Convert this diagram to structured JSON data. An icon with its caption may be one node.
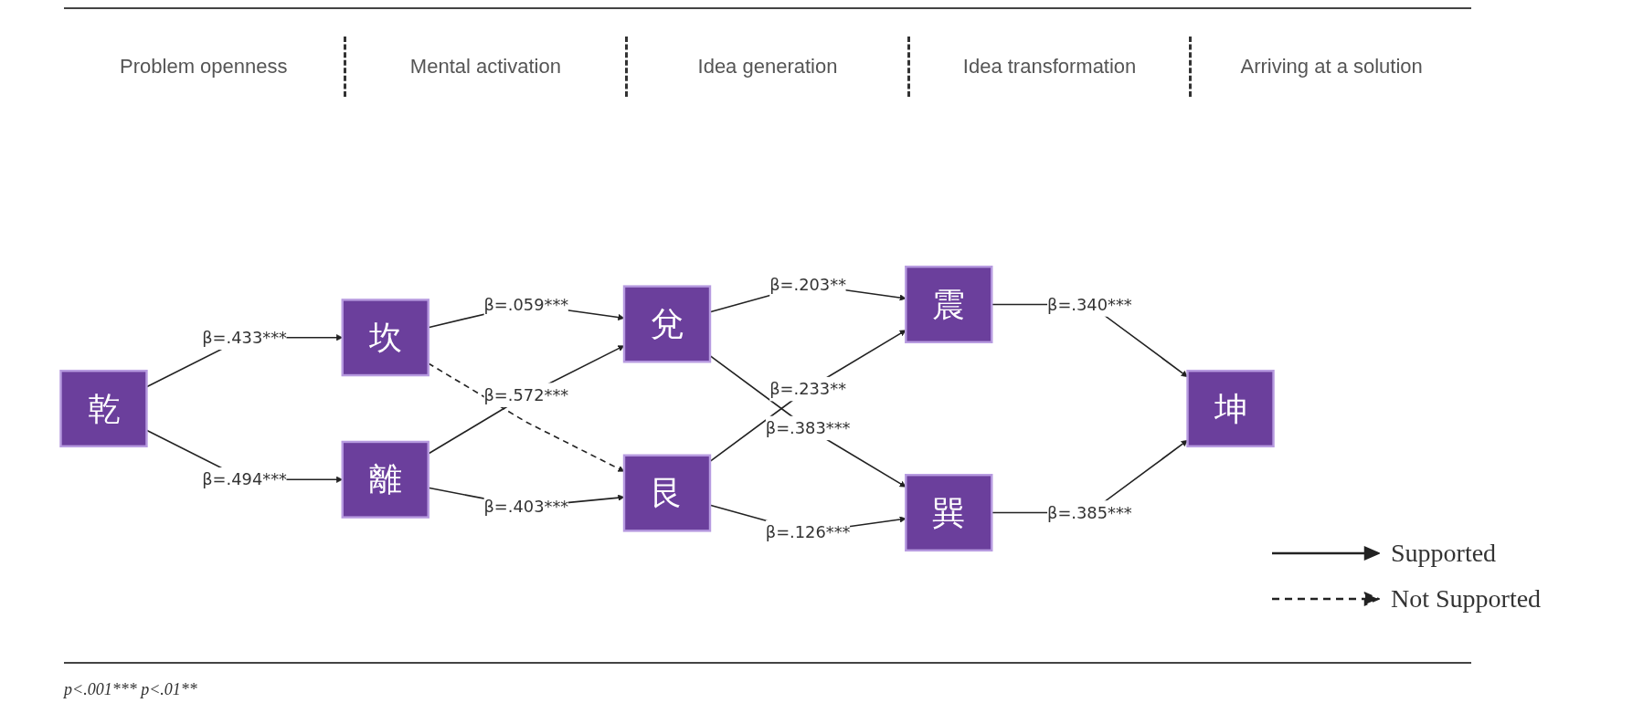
{
  "diagram": {
    "nodes": [
      {
        "text": [
          "乾"
        ]
      },
      {
        "text": [
          "坎"
        ]
      },
      {
        "text": [
          "離"
        ]
      },
      {
        "text": [
          "兌"
        ]
      },
      {
        "text": [
          "艮"
        ]
      },
      {
        "text": [
          "震"
        ]
      },
      {
        "text": [
          "巽"
        ]
      },
      {
        "text": [
          "坤"
        ]
      }
    ],
    "edges": [
      {
        "from": 0,
        "to": 1,
        "arrow": "to",
        "label": "β=.433***"
      },
      {
        "from": 0,
        "to": 2,
        "arrow": "to",
        "label": "β=.494***"
      },
      {
        "from": 1,
        "to": 3,
        "arrow": "to",
        "label": "β=.059***"
      },
      {
        "from": 1,
        "to": 4,
        "arrow": "to",
        "style": "dashed"
      },
      {
        "from": 2,
        "to": 3,
        "arrow": "to",
        "label": "β=.572***"
      },
      {
        "from": 2,
        "to": 4,
        "arrow": "to",
        "label": "β=.403***"
      },
      {
        "from": 3,
        "to": 5,
        "arrow": "to",
        "label": "β=.203**"
      },
      {
        "from": 3,
        "to": 6,
        "arrow": "to",
        "label": "β=.383***"
      },
      {
        "from": 4,
        "to": 5,
        "arrow": "to",
        "label": "β=.233**"
      },
      {
        "from": 4,
        "to": 6,
        "arrow": "to",
        "label": "β=.126***"
      },
      {
        "from": 5,
        "to": 7,
        "arrow": "to",
        "label": "β=.340***"
      },
      {
        "from": 6,
        "to": 7,
        "arrow": "to",
        "label": "β=.385***"
      }
    ],
    "labels": [
      "Problem openness",
      "Mental activation",
      "Idea generation",
      "Idea transformation",
      "Arriving at a solution",
      "p<.001*** p<.01**"
    ],
    "legend": [
      {
        "text": "Supported"
      },
      {
        "text": "Not Supported"
      }
    ]
  }
}
